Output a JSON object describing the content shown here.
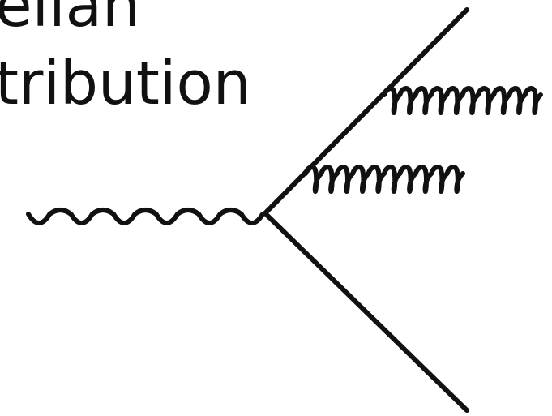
{
  "slide": {
    "title_lines": [
      "elian",
      "tribution"
    ]
  },
  "diagram": {
    "type": "feynman-diagram",
    "stroke_color": "#111111",
    "lines": [
      {
        "name": "incoming-boson",
        "style": "wavy"
      },
      {
        "name": "upper-fermion-line",
        "style": "straight"
      },
      {
        "name": "lower-fermion-line",
        "style": "straight"
      },
      {
        "name": "radiated-gluon-1",
        "style": "curly"
      },
      {
        "name": "radiated-gluon-2",
        "style": "curly"
      }
    ]
  }
}
